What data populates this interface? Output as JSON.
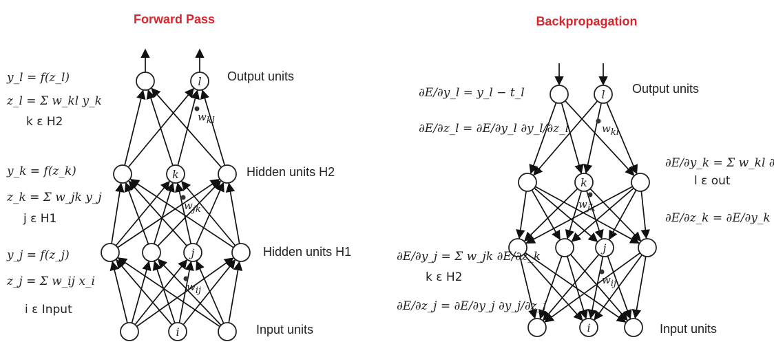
{
  "titles": {
    "forward": "Forward Pass",
    "backward": "Backpropagation"
  },
  "layers_forward": {
    "output": "Output units",
    "h2": "Hidden units H2",
    "h1": "Hidden units H1",
    "input": "Input units"
  },
  "layers_backward": {
    "output": "Output units",
    "input": "Input units"
  },
  "node_labels": {
    "l": "l",
    "k": "k",
    "j": "j",
    "i": "i"
  },
  "weight_labels": {
    "w_kl": "w",
    "w_kl_sub": "kl",
    "w_jk": "w",
    "w_jk_sub": "jk",
    "w_ij": "w",
    "w_ij_sub": "ij"
  },
  "forward_equations": {
    "yl": "y_l = f(z_l)",
    "zl": "z_l = Σ w_kl y_k",
    "zl_range": "k ε H2",
    "yk": "y_k = f(z_k)",
    "zk": "z_k = Σ w_jk y_j",
    "zk_range": "j ε H1",
    "yj": "y_j = f(z_j)",
    "zj": "z_j = Σ w_ij x_i",
    "zj_range": "i ε Input"
  },
  "backward_equations": {
    "dE_dyl": "∂E/∂y_l = y_l − t_l",
    "dE_dzl": "∂E/∂z_l = ∂E/∂y_l ∂y_l/∂z_l",
    "dE_dyk": "∂E/∂y_k = Σ w_kl ∂E/∂z_l",
    "dE_dyk_range": "l ε out",
    "dE_dzk": "∂E/∂z_k = ∂E/∂y_k ∂y_k/∂z_k",
    "dE_dyj": "∂E/∂y_j = Σ w_jk ∂E/∂z_k",
    "dE_dyj_range": "k ε H2",
    "dE_dzj": "∂E/∂z_j = ∂E/∂y_j ∂y_j/∂z_j"
  }
}
